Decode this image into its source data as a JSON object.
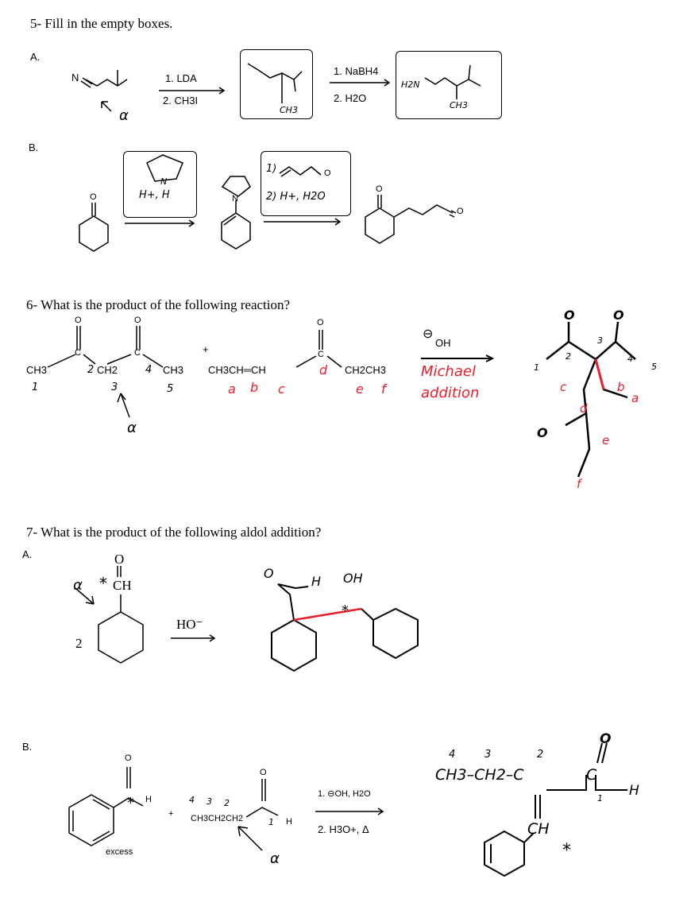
{
  "q5": {
    "title": "5- Fill in the empty boxes.",
    "partA": "A.",
    "partB": "B.",
    "a_reagents": [
      "1. LDA",
      "2. CH3I"
    ],
    "a_reagents2": [
      "1. NaBH4",
      "2. H2O"
    ],
    "nitrile_n": "N",
    "alpha": "α",
    "box1_label": "CH3",
    "box2_amine": "H2N",
    "box2_label": "CH3",
    "b_acid": "H+, H",
    "b_n": "N",
    "b_step1": "1)",
    "b_step2": "2) H+, H2O",
    "o": "O"
  },
  "q6": {
    "title": "6- What is the product of the following reaction?",
    "diketone": {
      "ch3_left": "CH3",
      "ch2": "CH2",
      "ch3_right": "CH3",
      "c": "C",
      "o": "O",
      "nums": [
        "1",
        "2",
        "3",
        "4",
        "5"
      ],
      "alpha": "α"
    },
    "plus": "+",
    "enone": {
      "left": "CH3CH═CH",
      "right": "CH2CH3",
      "c": "C",
      "o": "O",
      "letters": [
        "a",
        "b",
        "c",
        "d",
        "e",
        "f"
      ]
    },
    "reagent": "OH",
    "charge": "⊖",
    "note": [
      "Michael",
      "addition"
    ],
    "product": {
      "nums": [
        "1",
        "2",
        "3",
        "4",
        "5"
      ],
      "letters": [
        "a",
        "b",
        "c",
        "d",
        "e",
        "f"
      ],
      "o": "O"
    }
  },
  "q7": {
    "title": "7- What is the product of the following aldol addition?",
    "partA": "A.",
    "partB": "B.",
    "a": {
      "cho": "CH",
      "o": "O",
      "star": "*",
      "alpha": "α",
      "num": "2",
      "reagent": "HO⁻",
      "prod_h": "H",
      "prod_oh": "OH"
    },
    "b": {
      "excess": "excess",
      "h": "H",
      "o": "O",
      "star": "*",
      "chain": "CH3CH2CH2",
      "chain_nums": [
        "4",
        "3",
        "2"
      ],
      "c1": "1",
      "alpha": "α",
      "reagents": [
        "1. ⊖OH, H2O",
        "2. H3O+, Δ"
      ],
      "product": {
        "nums": [
          "4",
          "3",
          "2",
          "1"
        ],
        "chain": "CH3–CH2–C",
        "c": "C",
        "h": "H",
        "ch": "CH",
        "o": "O",
        "star": "*"
      }
    }
  }
}
